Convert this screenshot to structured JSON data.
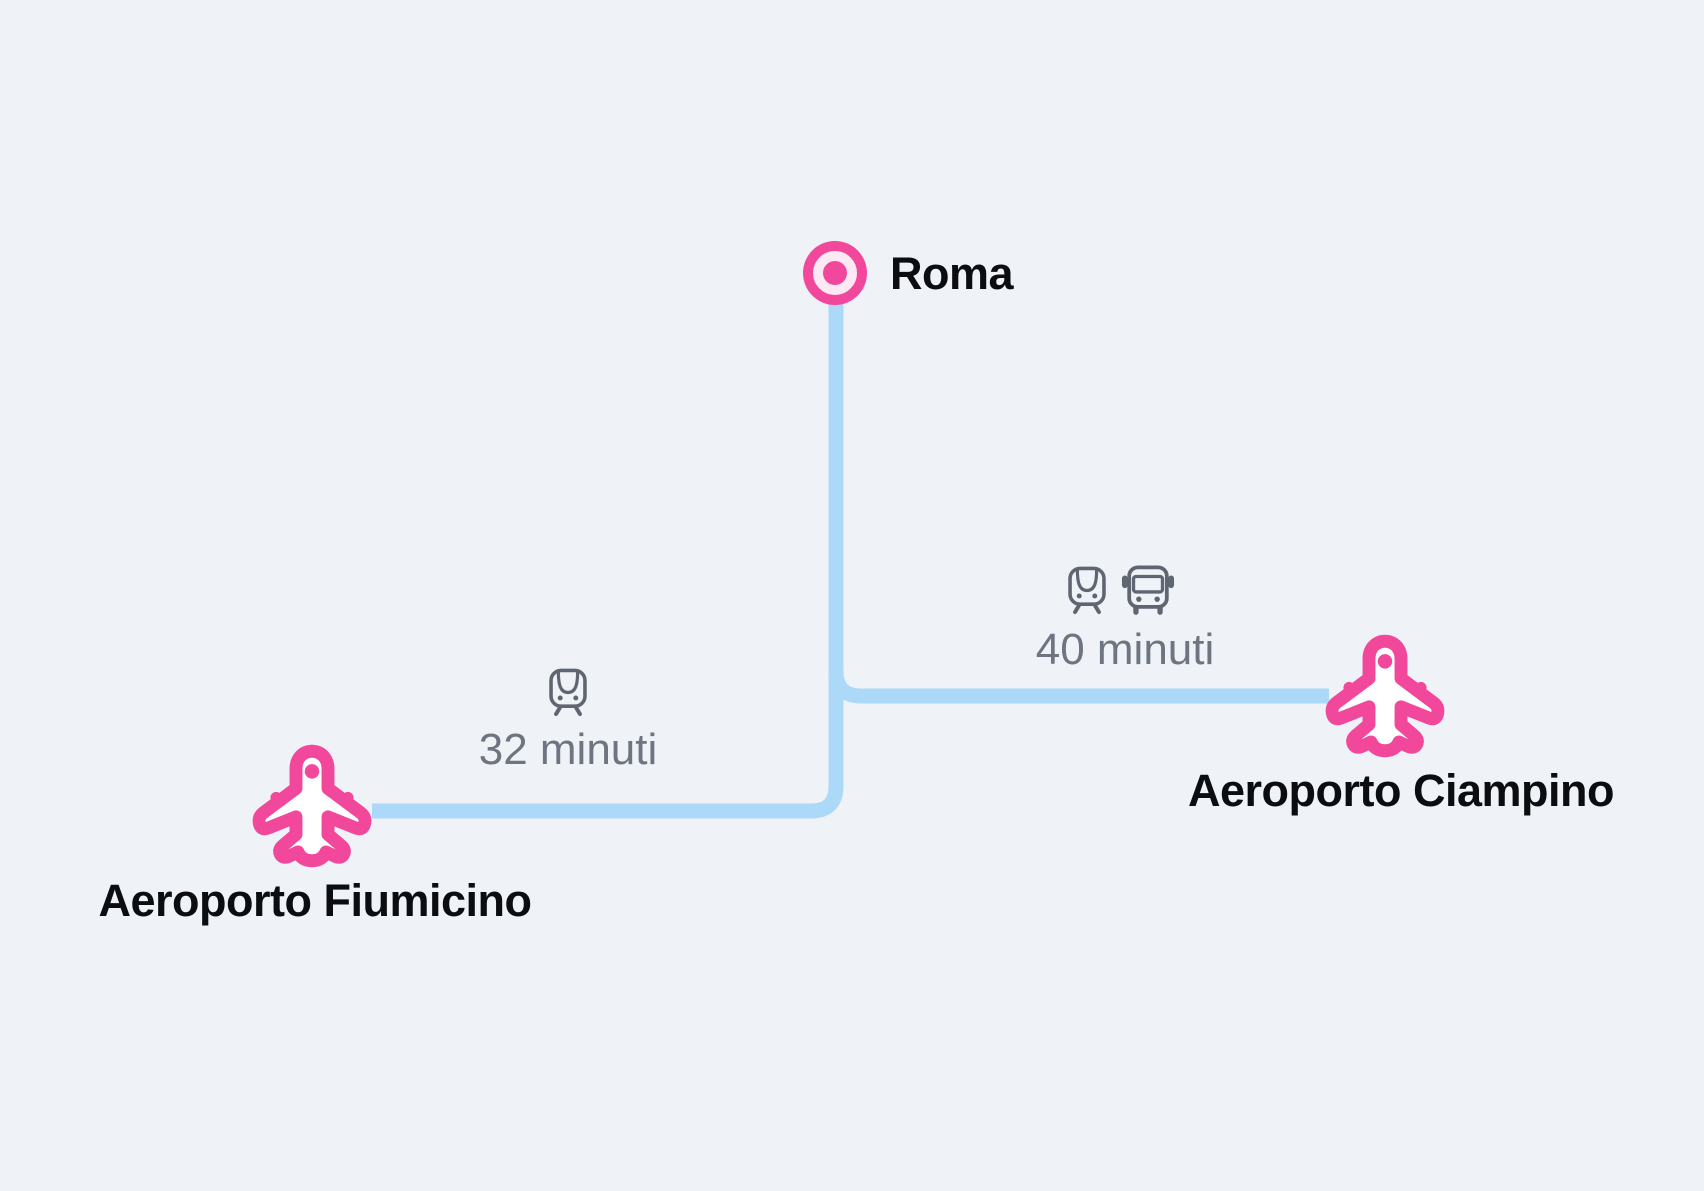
{
  "colors": {
    "background": "#eff3f8",
    "line_blue": "#abd9f7",
    "pink": "#f2489c",
    "marker_ring": "#fce9f3",
    "text_dark": "#0c0d10",
    "text_gray": "#6e7480",
    "icon_gray": "#5f6571"
  },
  "city": {
    "label": "Roma",
    "marker": "station-ring-marker"
  },
  "airports": [
    {
      "label": "Aeroporto Fiumicino",
      "icon": "airplane-icon"
    },
    {
      "label": "Aeroporto Ciampino",
      "icon": "airplane-icon"
    }
  ],
  "routes": [
    {
      "to": "Aeroporto Fiumicino",
      "duration": "32 minuti",
      "modes": [
        "train-icon"
      ]
    },
    {
      "to": "Aeroporto Ciampino",
      "duration": "40 minuti",
      "modes": [
        "train-icon",
        "bus-icon"
      ]
    }
  ]
}
